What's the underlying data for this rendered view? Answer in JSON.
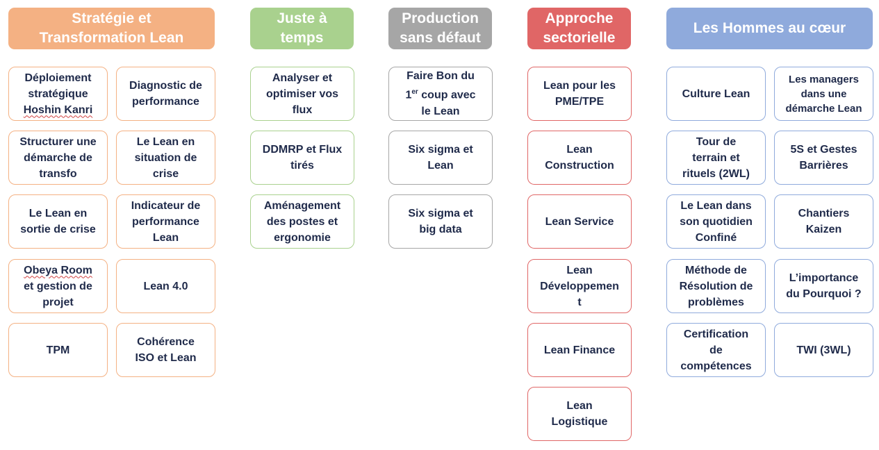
{
  "columns": {
    "strategie": {
      "title": "Stratégie et\nTransformation Lean",
      "color": "#f4b183",
      "cards": [
        "Déploiement\nstratégique",
        "Diagnostic de\nperformance",
        "Structurer une\ndémarche de\ntransfo",
        "Le Lean en\nsituation  de\ncrise",
        "Le Lean en\nsortie de crise",
        "Indicateur de\nperformance\nLean",
        "et gestion de\nprojet",
        "Lean 4.0",
        "TPM",
        "Cohérence\nISO et Lean"
      ],
      "card0_extra": "Hoshin Kanri",
      "card6_first": "Obeya Room"
    },
    "juste": {
      "title": "Juste à\ntemps",
      "color": "#a9d18e",
      "cards": [
        "Analyser et\noptimiser vos\nflux",
        "DDMRP et Flux\ntirés",
        "Aménagement\ndes postes et\nergonomie"
      ]
    },
    "production": {
      "title": "Production\nsans défaut",
      "color": "#a6a6a6",
      "card0_line1": "Faire Bon du",
      "card0_num": "1",
      "card0_sup": "er",
      "card0_rest": " coup avec",
      "card0_line3": "le Lean",
      "cards": [
        "Six sigma et\nLean",
        "Six sigma et\nbig data"
      ]
    },
    "approche": {
      "title": "Approche\nsectorielle",
      "color": "#e06666",
      "cards": [
        "Lean pour les\nPME/TPE",
        "Lean\nConstruction",
        "Lean Service",
        "Lean\nDéveloppemen\nt",
        "Lean Finance",
        "Lean\nLogistique"
      ]
    },
    "hommes": {
      "title": "Les Hommes au cœur",
      "color": "#8faadc",
      "cards": [
        "Culture Lean",
        "Les managers\ndans une\ndémarche Lean",
        "Tour de\nterrain et\nrituels (2WL)",
        "5S et Gestes\nBarrières",
        "Le Lean dans\nson quotidien\nConfiné",
        "Chantiers\nKaizen",
        "Méthode de\nRésolution de\nproblèmes",
        "L’importance\ndu Pourquoi ?",
        "Certification\nde\ncompétences",
        "TWI (3WL)"
      ]
    }
  }
}
